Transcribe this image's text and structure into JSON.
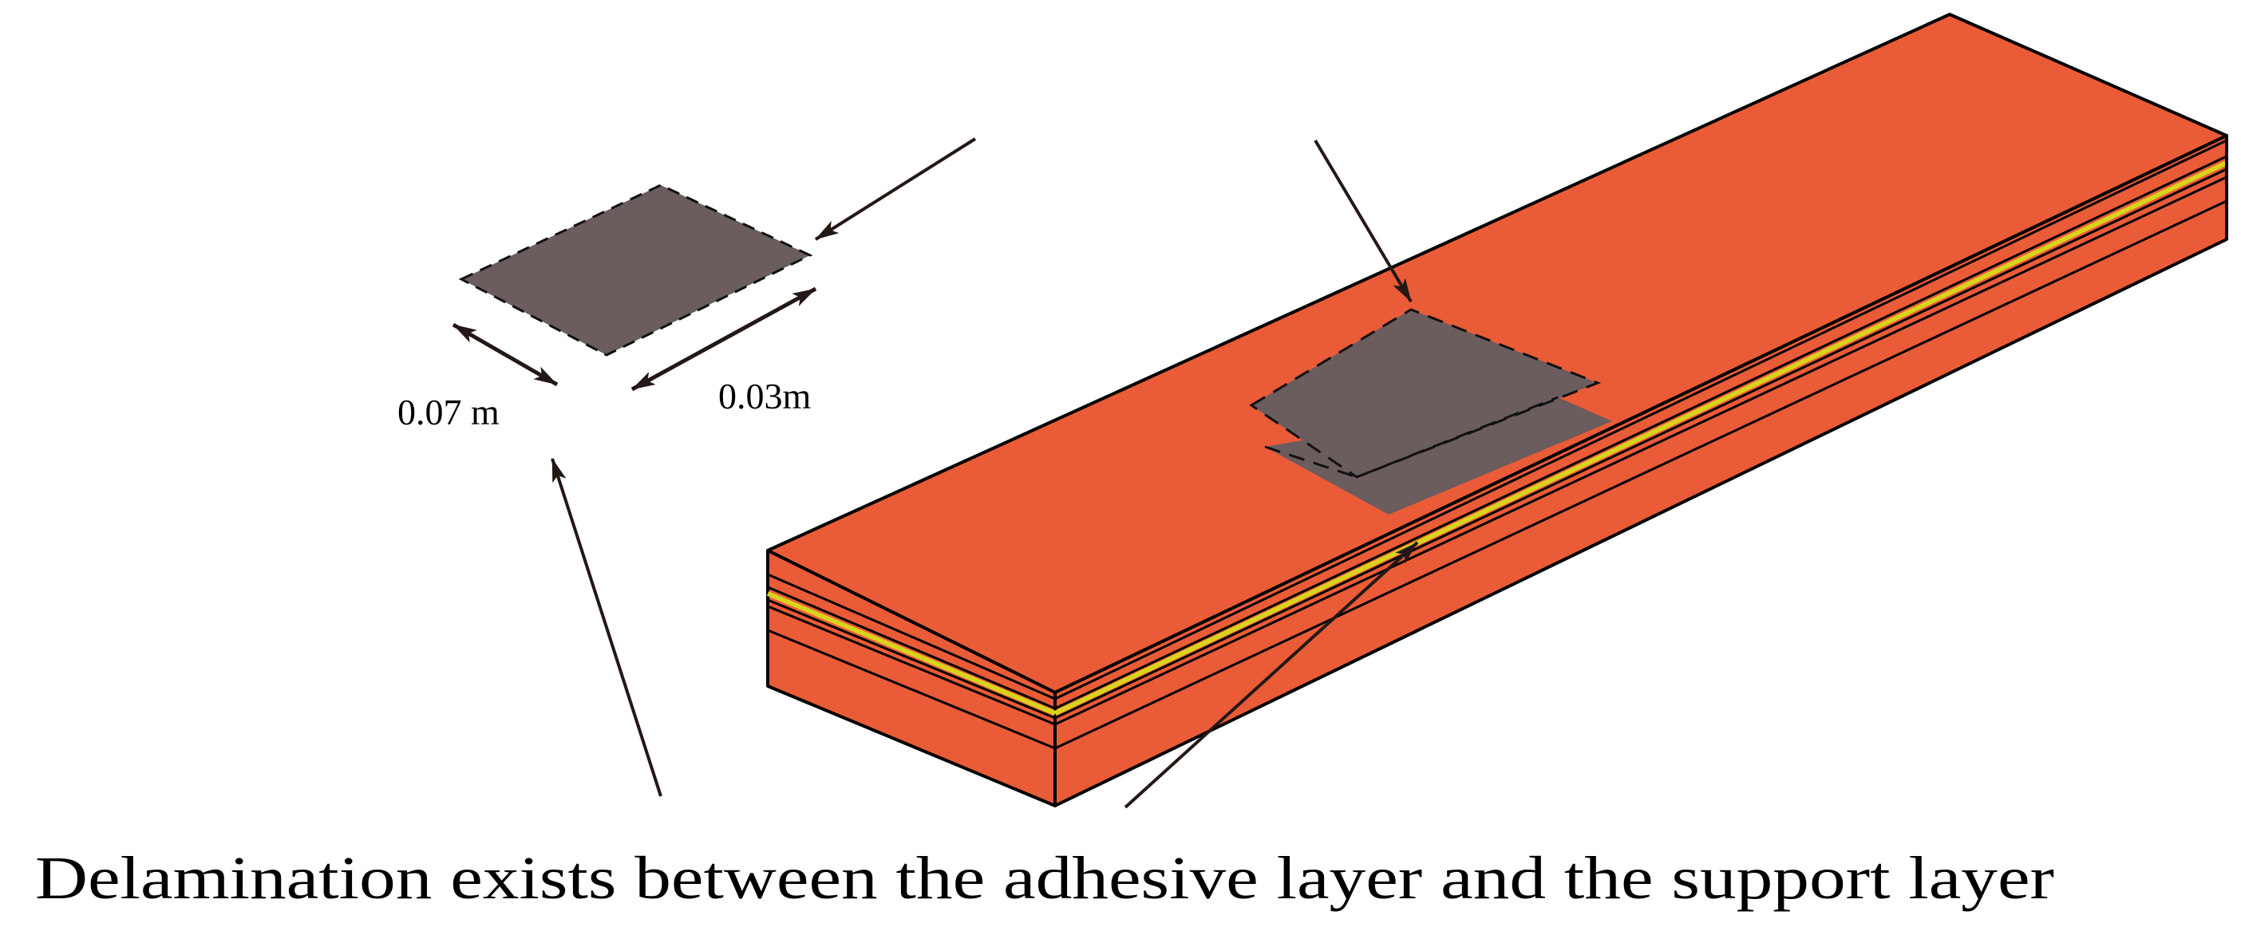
{
  "labels": {
    "width_dim": "0.07 m",
    "length_dim": "0.03m",
    "caption": "Delamination exists between the adhesive layer and the support layer"
  },
  "colors": {
    "beam": "#ea5b37",
    "delamination": "#6b5c5e",
    "adhesive_line": "#d9d21e",
    "outline": "#000000"
  }
}
